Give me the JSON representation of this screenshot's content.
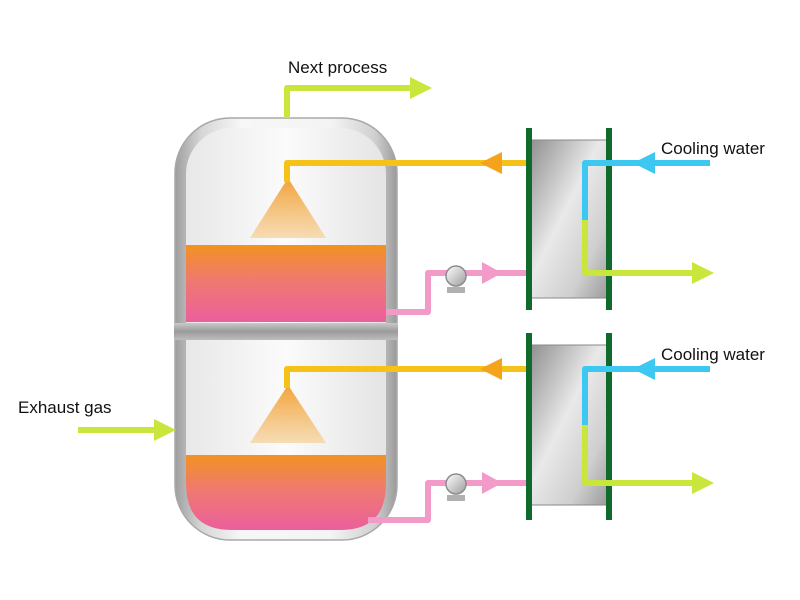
{
  "labels": {
    "next_process": "Next process",
    "cooling_water_top": "Cooling water",
    "cooling_water_bottom": "Cooling water",
    "exhaust_gas": "Exhaust gas"
  },
  "colors": {
    "stream_yellow_green": "#c8e63c",
    "stream_yellow_orange": "#f5c21a",
    "stream_pink": "#f29ac8",
    "stream_cyan": "#3cc8f0",
    "liquid_orange": "#f39222",
    "liquid_pink": "#ec6aa0",
    "vessel_gray": "#b8b8b8",
    "exchanger_frame": "#0f6a2e"
  }
}
